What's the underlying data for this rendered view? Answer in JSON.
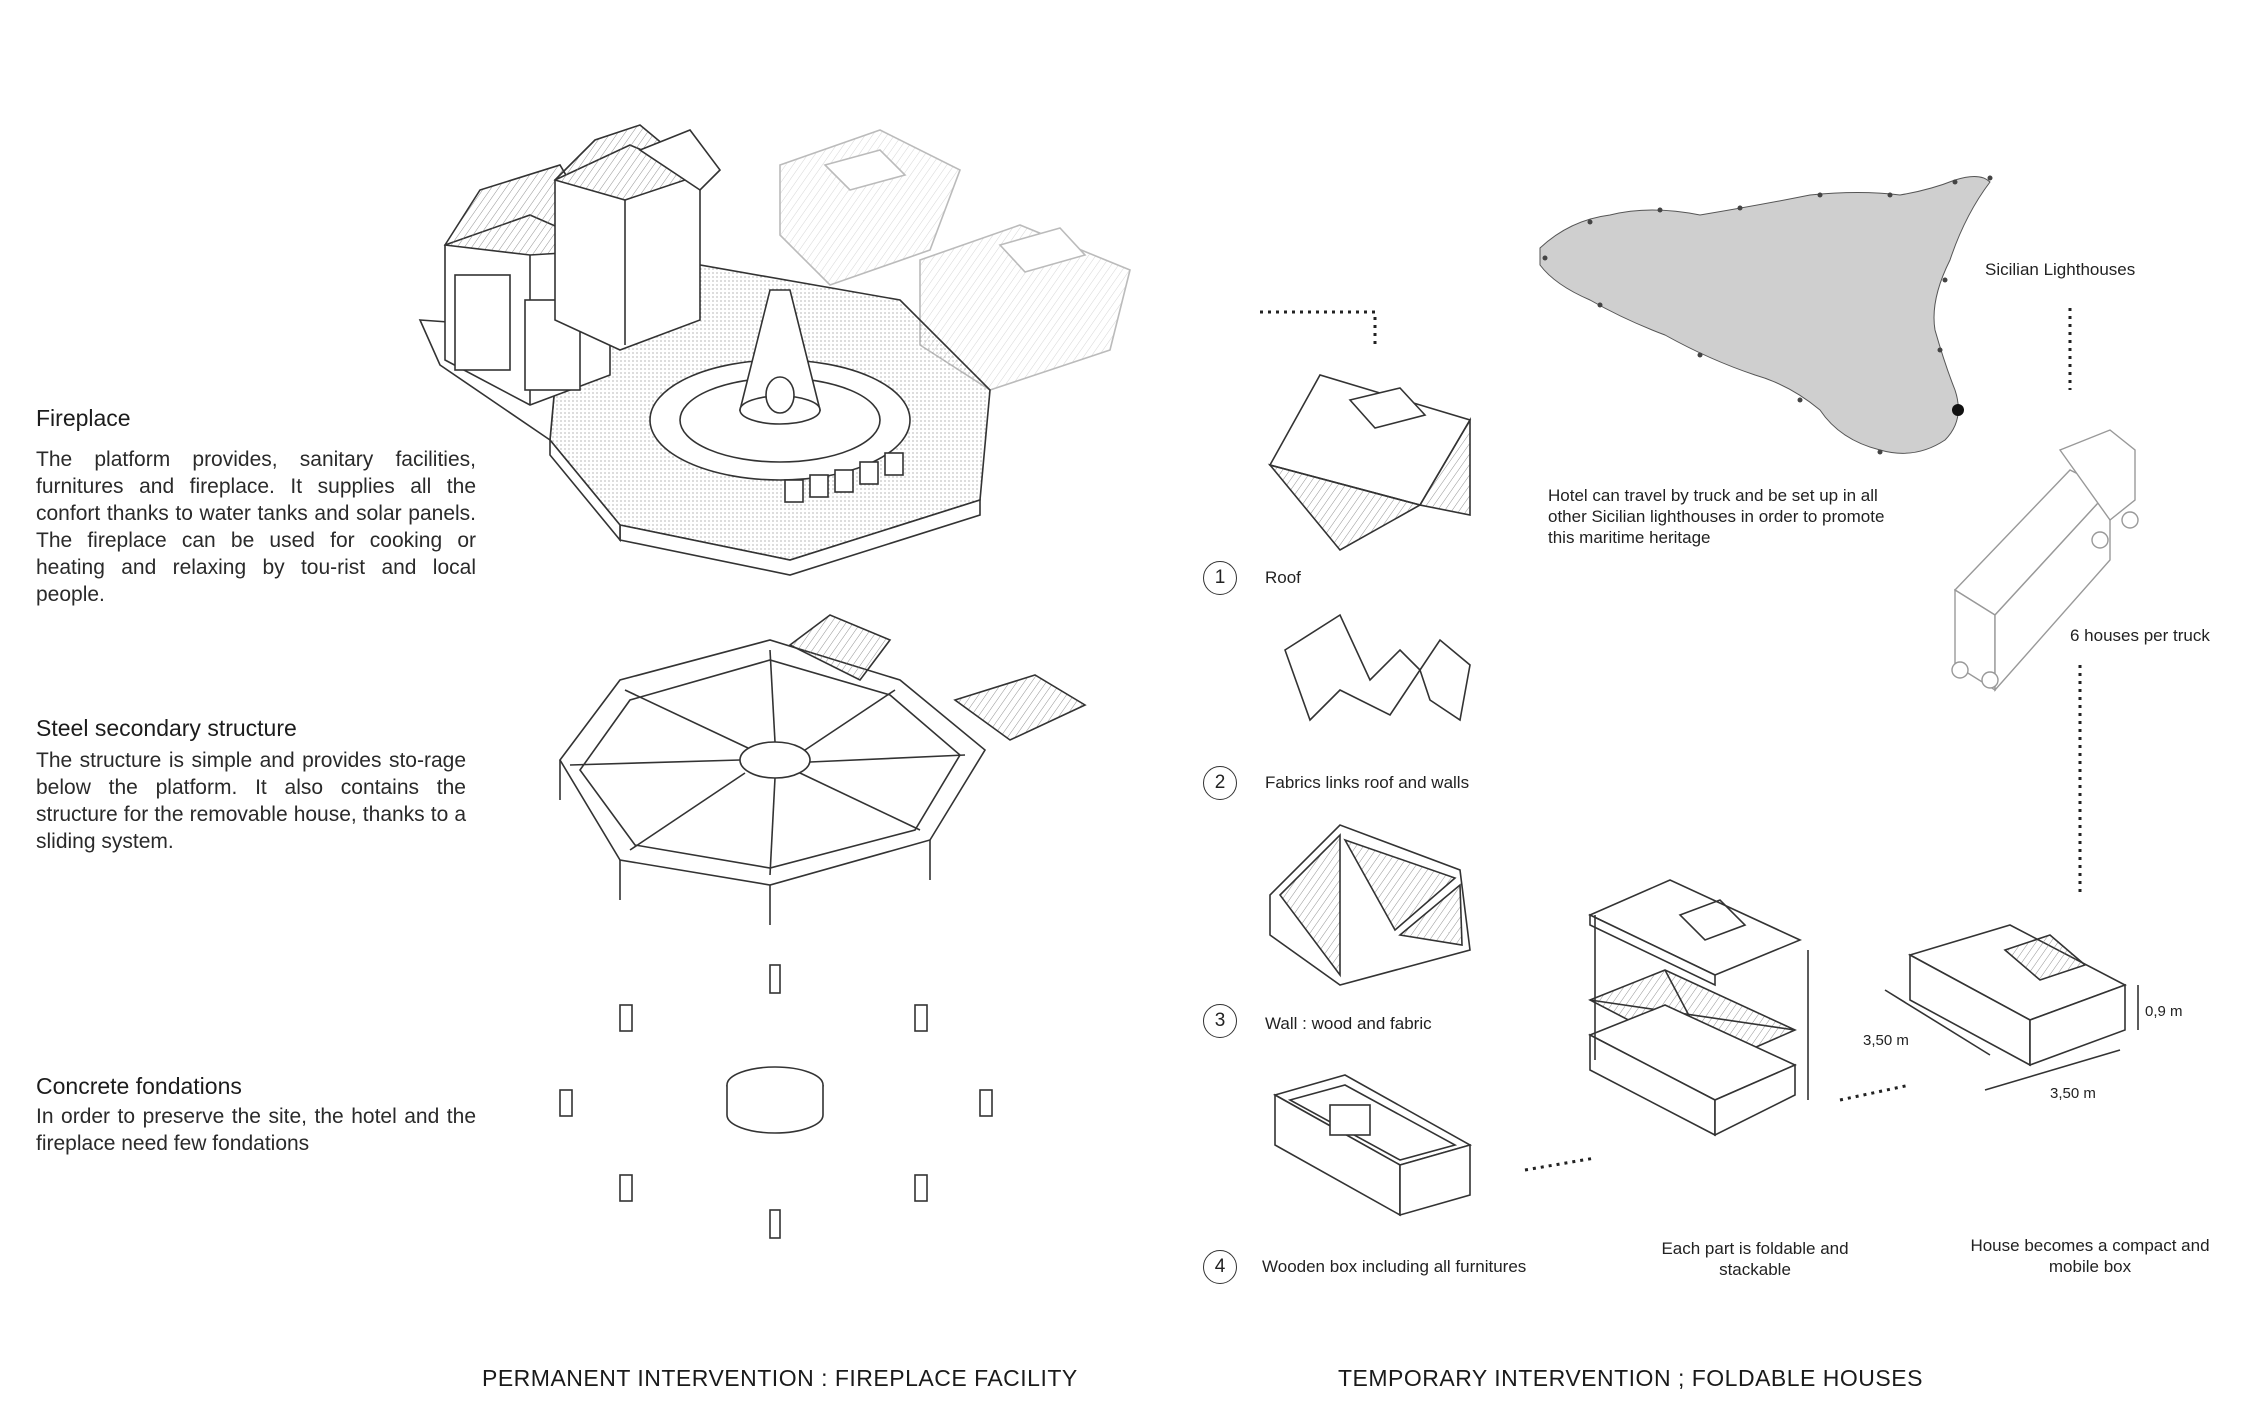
{
  "left_blocks": [
    {
      "title": "Fireplace",
      "text": "The platform provides, sanitary facilities, furnitures and fireplace. It supplies all the confort thanks to water tanks and solar panels. The fireplace can be used for cooking or heating and relaxing by tou-rist and local people."
    },
    {
      "title": "Steel secondary structure",
      "text": "The structure is simple and provides sto-rage below the platform. It also contains the structure for the removable house, thanks to a sliding system."
    },
    {
      "title": "Concrete fondations",
      "text": "In order to preserve the site, the hotel and the fireplace need few fondations"
    }
  ],
  "steps": [
    {
      "num": "1",
      "label": "Roof"
    },
    {
      "num": "2",
      "label": "Fabrics links roof and walls"
    },
    {
      "num": "3",
      "label": "Wall : wood and fabric"
    },
    {
      "num": "4",
      "label": "Wooden box including all furnitures"
    }
  ],
  "map_label": "Sicilian Lighthouses",
  "hotel_travel_text": "Hotel can travel by truck and be set up in all other Sicilian lighthouses in order to promote this maritime heritage",
  "truck_label": "6 houses per truck",
  "foldable_caption": "Each part is foldable and stackable",
  "compact_caption": "House becomes a compact and mobile box",
  "dimensions": {
    "depth": "3,50 m",
    "width": "3,50 m",
    "height": "0,9 m"
  },
  "footer_left": "PERMANENT INTERVENTION : FIREPLACE FACILITY",
  "footer_right": "TEMPORARY INTERVENTION ; FOLDABLE HOUSES",
  "colors": {
    "line": "#333333",
    "island_fill": "#cfcfcf",
    "faded": "#bbbbbb"
  }
}
